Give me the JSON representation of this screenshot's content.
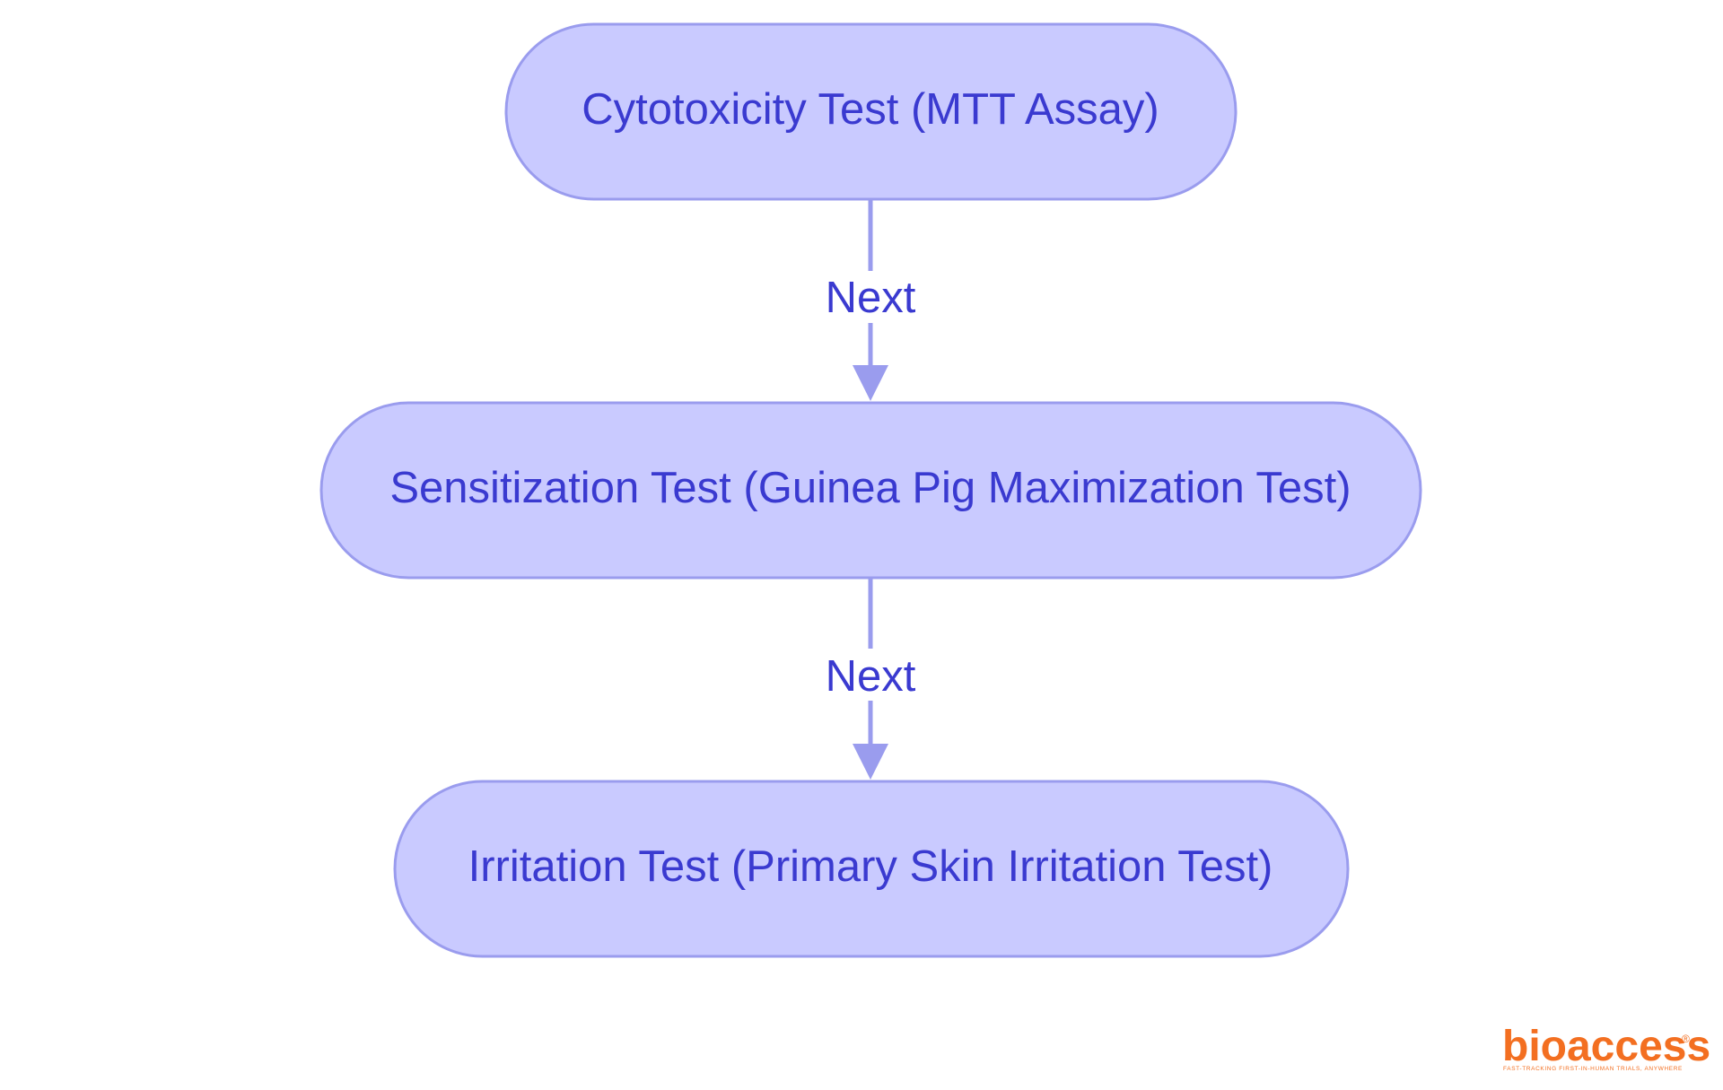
{
  "diagram": {
    "nodes": [
      {
        "id": "cytotoxicity",
        "label": "Cytotoxicity Test (MTT Assay)"
      },
      {
        "id": "sensitization",
        "label": "Sensitization Test (Guinea Pig Maximization Test)"
      },
      {
        "id": "irritation",
        "label": "Irritation Test (Primary Skin Irritation Test)"
      }
    ],
    "edges": [
      {
        "from": "cytotoxicity",
        "to": "sensitization",
        "label": "Next"
      },
      {
        "from": "sensitization",
        "to": "irritation",
        "label": "Next"
      }
    ]
  },
  "logo": {
    "name": "bioaccess",
    "registered_mark": "®",
    "tagline": "FAST-TRACKING FIRST-IN-HUMAN TRIALS, ANYWHERE"
  },
  "colors": {
    "node_fill": "#c9caff",
    "node_stroke": "#9a9cee",
    "edge": "#9a9cee",
    "text": "#3a3ad0",
    "logo": "#f36f21",
    "background": "#ffffff"
  }
}
